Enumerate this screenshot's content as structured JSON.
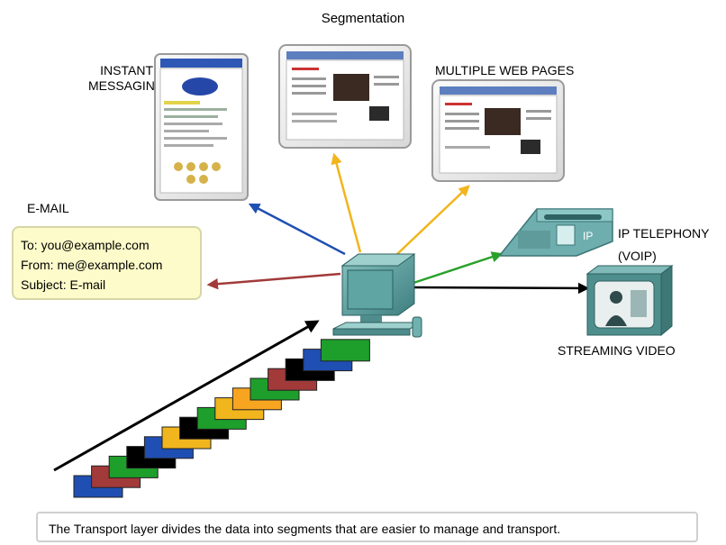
{
  "title": "Segmentation",
  "apps": {
    "instant_messaging": "INSTANT\nMESSAGING",
    "multiple_web_pages": "MULTIPLE WEB PAGES",
    "email": "E-MAIL",
    "ip_telephony": "IP TELEPHONY\n(VOIP)",
    "streaming_video": "STREAMING VIDEO"
  },
  "email_box": {
    "to": "To: you@example.com",
    "from": "From: me@example.com",
    "subject": "Subject: E-mail"
  },
  "phone_badge": "IP",
  "caption": "The Transport layer divides the data into segments that are easier to manage and transport.",
  "colors": {
    "email_arrow": "#a23a3a",
    "im_arrow": "#1f4fb3",
    "web_arrow": "#f1b51d",
    "voip_arrow": "#2aa12a",
    "video_arrow": "#000000",
    "segment_sequence": [
      "#1f4fb3",
      "#a23a3a",
      "#1e9e2b",
      "#000000",
      "#1f4fb3",
      "#f1b51d",
      "#000000",
      "#1e9e2b",
      "#f1b51d",
      "#f7a521",
      "#1e9e2b",
      "#a23a3a",
      "#000000",
      "#1f4fb3",
      "#1e9e2b"
    ]
  }
}
